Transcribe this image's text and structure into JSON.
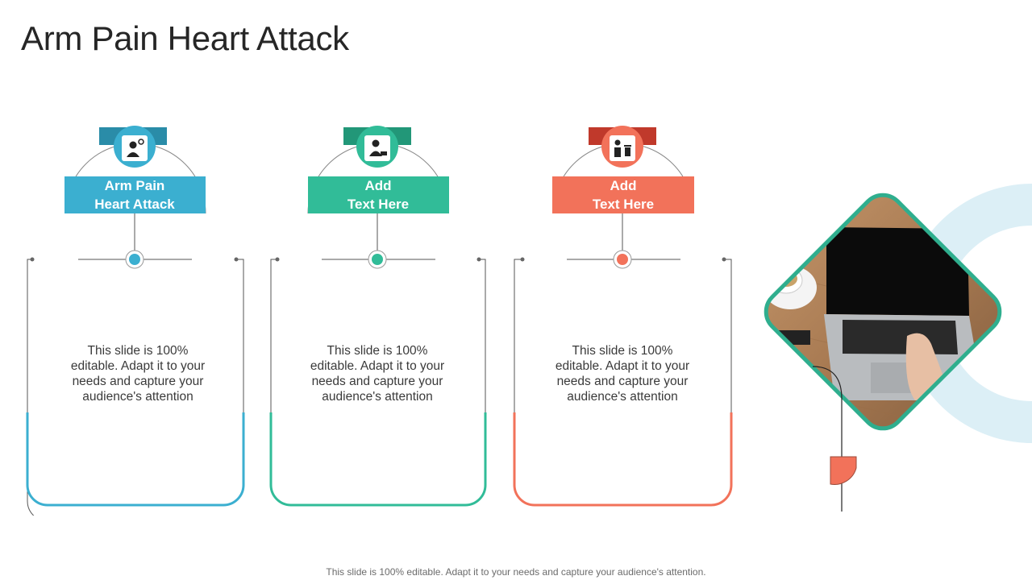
{
  "page": {
    "title": "Arm Pain Heart Attack",
    "footer": "This slide is 100% editable. Adapt it to your needs and capture your audience's attention."
  },
  "colors": {
    "blue": "#3BAFD0",
    "green": "#31BC98",
    "coral": "#F2725A",
    "dark_blue": "#2A8CA8",
    "dark_green": "#229778",
    "dark_coral": "#C0392B"
  },
  "cards": [
    {
      "label_line1": "Arm Pain",
      "label_line2": "Heart Attack",
      "icon": "businessman-with-gear-icon",
      "text": "This slide is 100% editable. Adapt it to your needs and capture your audience's attention"
    },
    {
      "label_line1": "Add",
      "label_line2": "Text Here",
      "icon": "businessman-with-laptop-icon",
      "text": "This slide is 100% editable. Adapt it to your needs and capture your audience's attention"
    },
    {
      "label_line1": "Add",
      "label_line2": "Text Here",
      "icon": "person-with-trash-bin-icon",
      "text": "This slide is 100% editable. Adapt it to your needs and capture your audience's attention"
    }
  ],
  "photo": {
    "subject": "hand typing on laptop on wooden desk with coffee cup"
  }
}
